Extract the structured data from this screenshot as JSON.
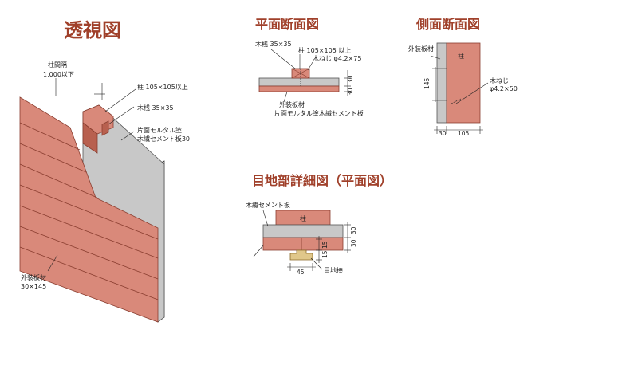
{
  "titles": {
    "perspective": "透視図",
    "plan_section": "平面断面図",
    "side_section": "側面断面図",
    "joint_detail": "目地部詳細図（平面図）"
  },
  "perspective": {
    "column_spacing": "柱間隔",
    "column_spacing_value": "1,000以下",
    "column": "柱 105×105以上",
    "furring": "木桟 35×35",
    "cement_board_1": "片面モルタル塗",
    "cement_board_2": "木繊セメント板30",
    "exterior_board": "外装板材",
    "exterior_board_size": "30×145"
  },
  "plan_section": {
    "furring": "木桟 35×35",
    "column": "柱 105×105 以上",
    "screw": "木ねじ φ4.2×75",
    "dim_30a": "30",
    "dim_30b": "30",
    "exterior": "外装板材",
    "board": "片面モルタル塗木繊セメント板"
  },
  "side_section": {
    "exterior": "外装板材",
    "column": "柱",
    "height": "145",
    "screw_1": "木ねじ",
    "screw_2": "φ4.2×50",
    "dim_30": "30",
    "dim_105": "105"
  },
  "joint_detail": {
    "board": "木繊セメント板",
    "column": "柱",
    "dim_30a": "30",
    "dim_30b": "30",
    "dim_15a": "15",
    "dim_15b": "15",
    "dim_45": "45",
    "joint_bar": "目地棒"
  },
  "colors": {
    "title": "#a0402a",
    "wood": "#d9897a",
    "wood_dark": "#b8604f",
    "cement": "#c8c8c8",
    "bar": "#e0c78a"
  }
}
